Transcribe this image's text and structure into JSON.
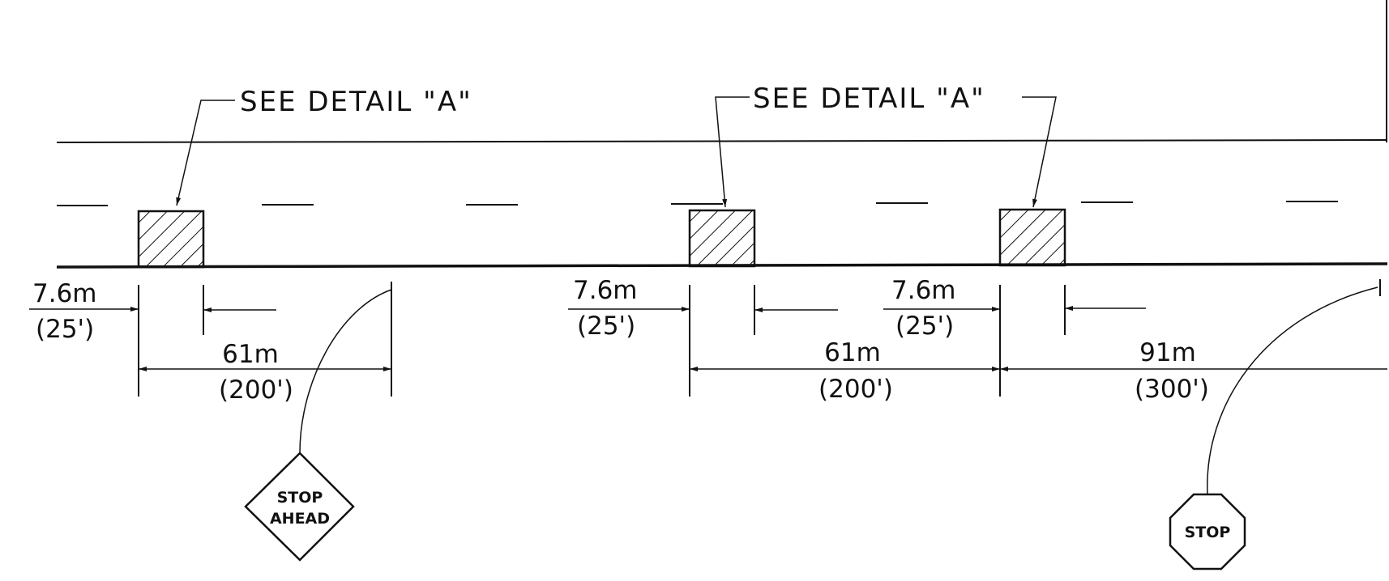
{
  "callouts": [
    "SEE DETAIL \"A\"",
    "SEE DETAIL \"A\""
  ],
  "dimensions": {
    "offset_1": {
      "m": "7.6m",
      "ft": "(25')"
    },
    "offset_2": {
      "m": "7.6m",
      "ft": "(25')"
    },
    "offset_3": {
      "m": "7.6m",
      "ft": "(25')"
    },
    "span_1": {
      "m": "61m",
      "ft": "(200')"
    },
    "span_2": {
      "m": "61m",
      "ft": "(200')"
    },
    "span_3": {
      "m": "91m",
      "ft": "(300')"
    }
  },
  "signs": {
    "stop_ahead": [
      "STOP",
      "AHEAD"
    ],
    "stop": "STOP"
  }
}
